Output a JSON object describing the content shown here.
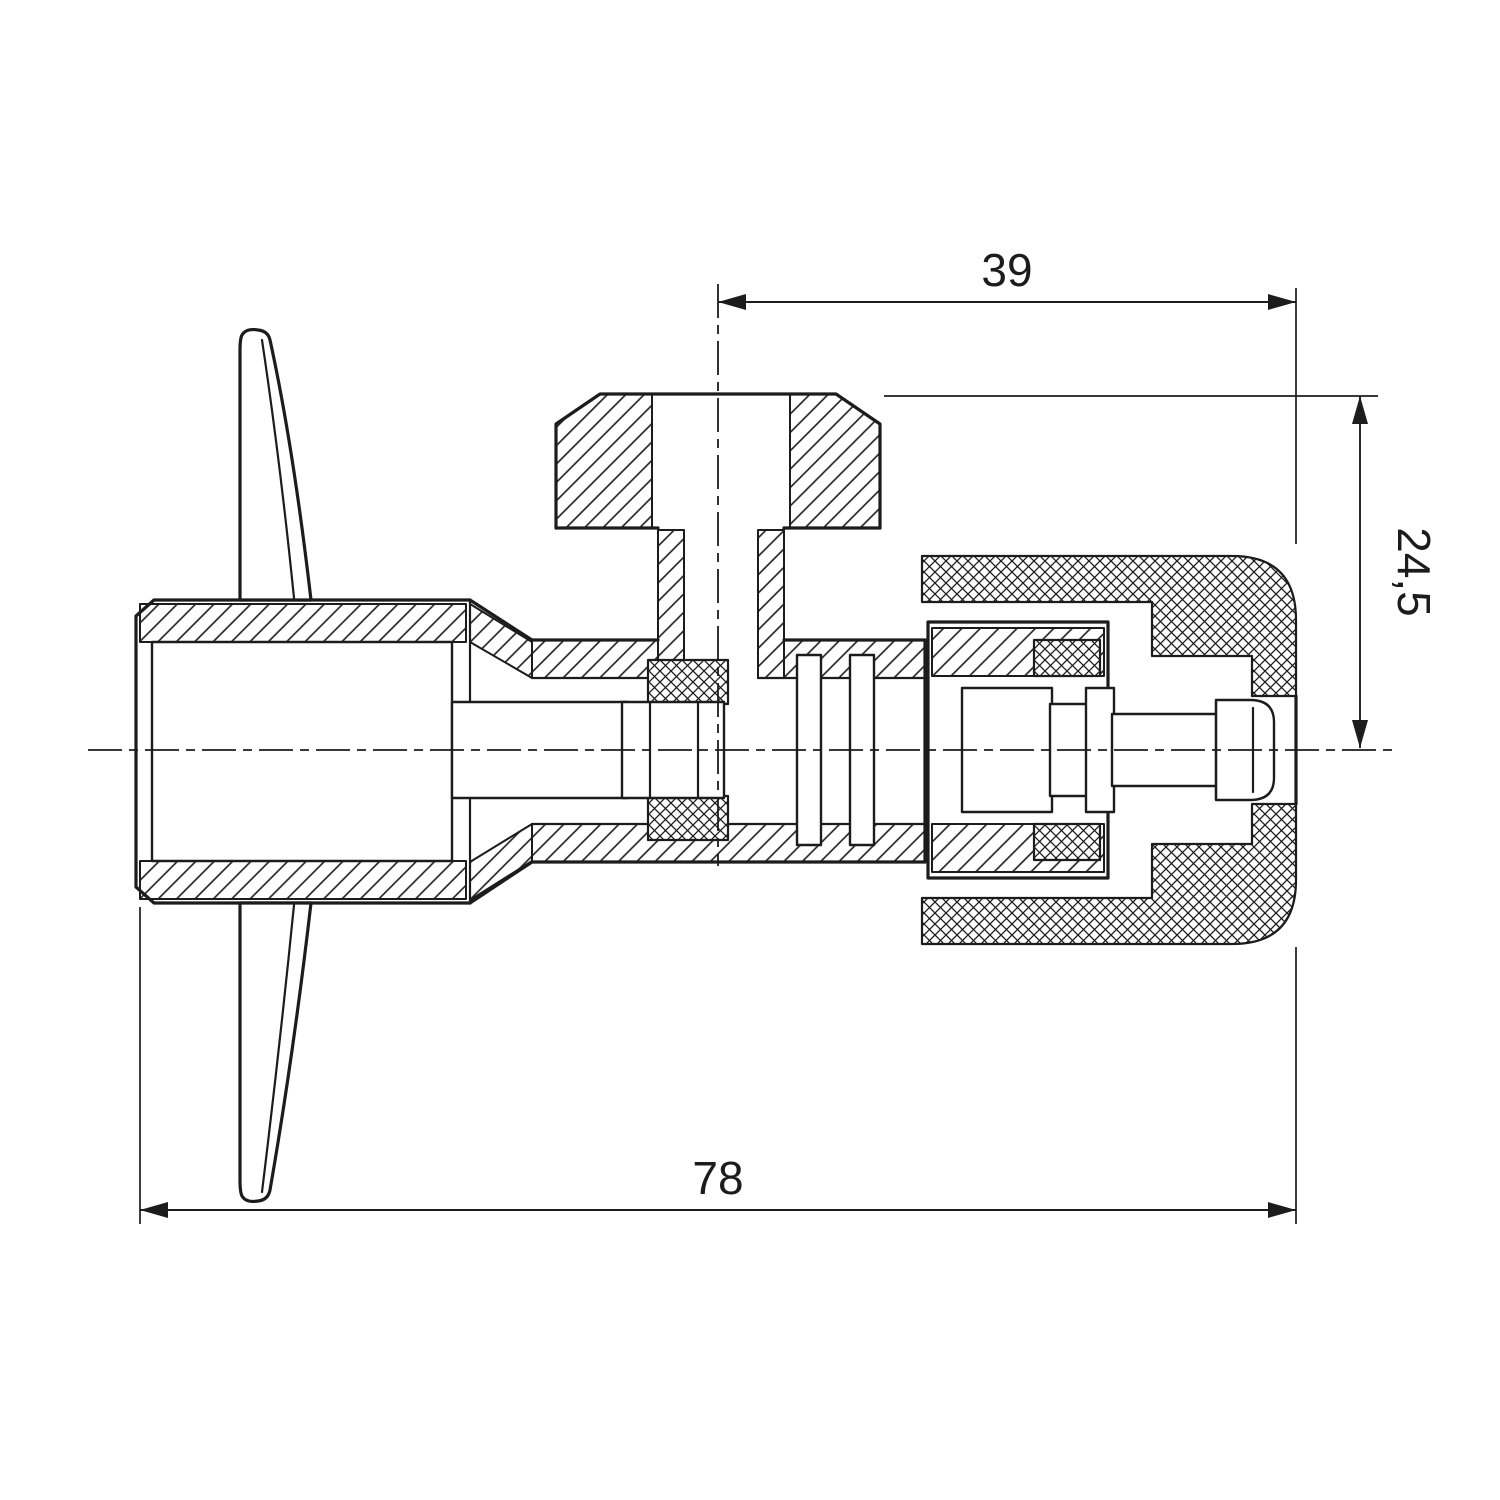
{
  "drawing": {
    "kind": "valve-cross-section",
    "background_color": "#ffffff",
    "line_color": "#1c1c1c"
  },
  "dimensions": {
    "dim_39": {
      "label": "39"
    },
    "dim_24_5": {
      "label": "24,5"
    },
    "dim_78": {
      "label": "78"
    }
  }
}
